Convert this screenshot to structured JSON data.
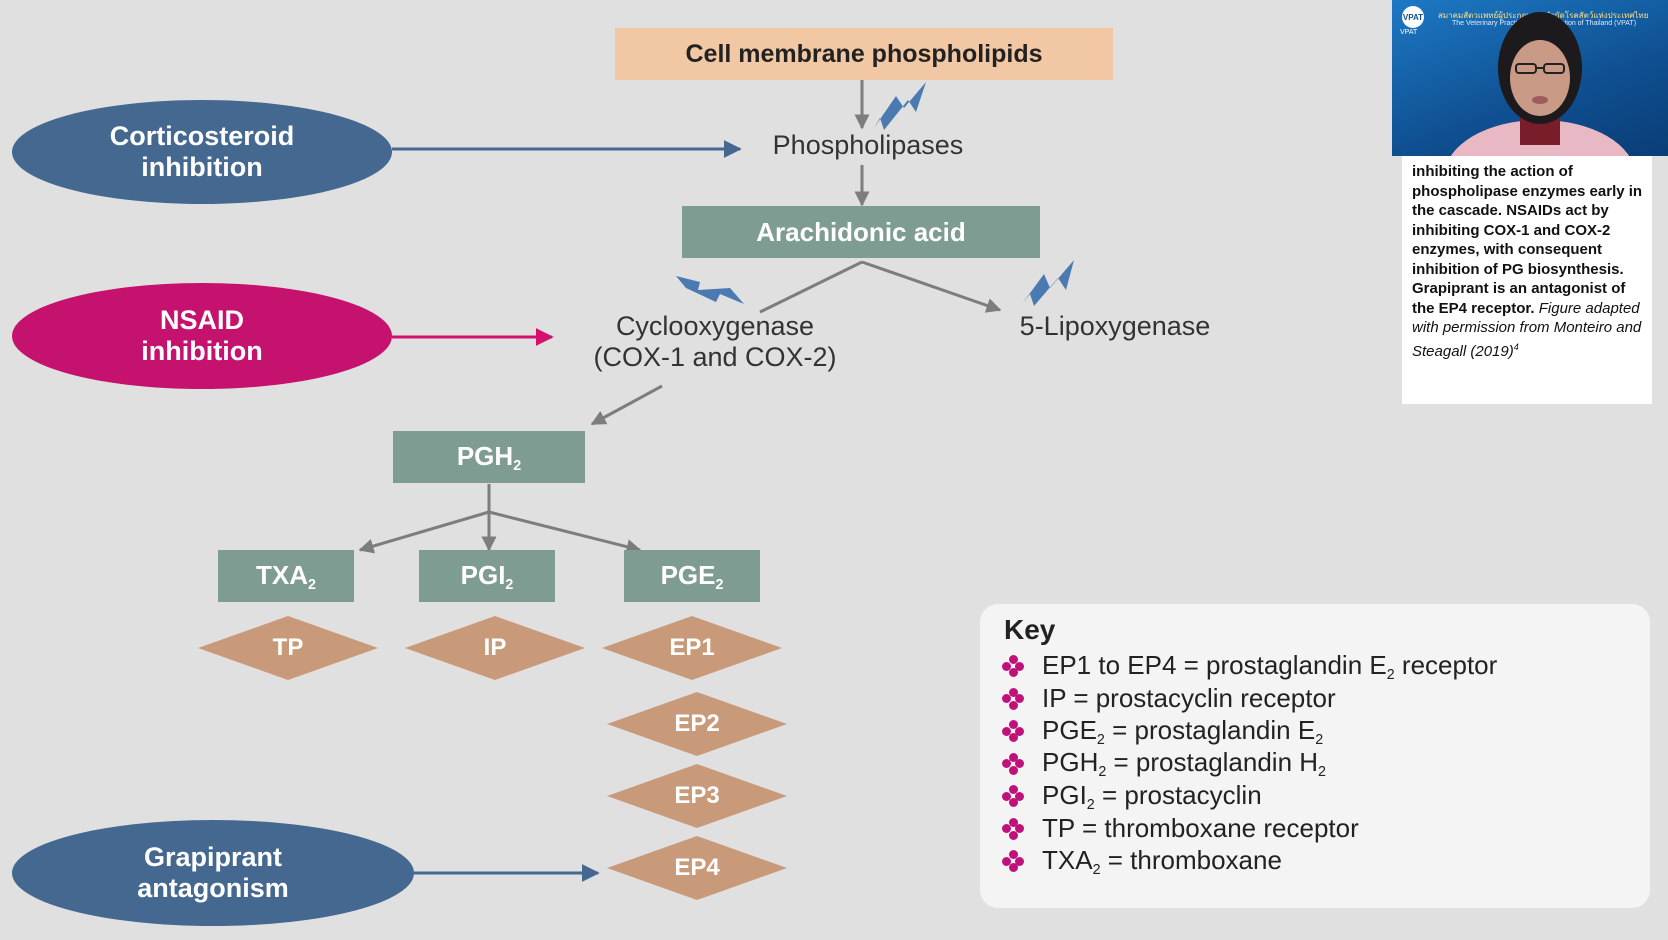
{
  "colors": {
    "background": "#e0e0e0",
    "peach_box": "#f2c7a4",
    "gray_box": "#7f9c93",
    "blue_ellipse": "#44688f",
    "magenta_ellipse": "#c6126f",
    "diamond": "#c99a79",
    "arrow_gray": "#7d7d7d",
    "arrow_blue": "#44688f",
    "arrow_magenta": "#d4106f",
    "bolt": "#4a7ab0",
    "key_bullet": "#c0117a"
  },
  "icons": [
    "lightning-bolt-icon",
    "flower-bullet-icon"
  ],
  "nodes": {
    "cell_membrane": "Cell membrane phospholipids",
    "phospholipases": "Phospholipases",
    "arachidonic_acid": "Arachidonic acid",
    "cox_line1": "Cyclooxygenase",
    "cox_line2": "(COX-1 and COX-2)",
    "lipoxygenase": "5-Lipoxygenase",
    "pgh": "PGH",
    "txa": "TXA",
    "pgi": "PGI",
    "pge": "PGE",
    "subscript_2": "2",
    "tp": "TP",
    "ip": "IP",
    "ep1": "EP1",
    "ep2": "EP2",
    "ep3": "EP3",
    "ep4": "EP4"
  },
  "inhibitors": {
    "corticosteroid_line1": "Corticosteroid",
    "corticosteroid_line2": "inhibition",
    "nsaid_line1": "NSAID",
    "nsaid_line2": "inhibition",
    "grapiprant_line1": "Grapiprant",
    "grapiprant_line2": "antagonism"
  },
  "key": {
    "title": "Key",
    "items": [
      {
        "pre": "EP1 to EP4 = prostaglandin E",
        "sub": "2",
        "post": " receptor"
      },
      {
        "pre": "IP = prostacyclin receptor",
        "sub": "",
        "post": ""
      },
      {
        "pre": "PGE",
        "sub": "2",
        "post": " = prostaglandin E",
        "sub2": "2"
      },
      {
        "pre": "PGH",
        "sub": "2",
        "post": " = prostaglandin H",
        "sub2": "2"
      },
      {
        "pre": "PGI",
        "sub": "2",
        "post": " = prostacyclin"
      },
      {
        "pre": "TP = thromboxane receptor",
        "sub": "",
        "post": ""
      },
      {
        "pre": "TXA",
        "sub": "2",
        "post": " = thromboxane"
      }
    ]
  },
  "note": {
    "bold_text": "inhibiting the action of phospholipase enzymes early in the cascade. NSAIDs act by inhibiting COX-1 and COX-2 enzymes, with consequent inhibition of PG biosynthesis. Grapiprant is an antagonist of the EP4 receptor.",
    "italic_text": "Figure adapted with permission from Monteiro and Steagall (2019)",
    "citation": "4"
  },
  "video_overlay": {
    "logo_label": "VPAT",
    "org_thai": "สมาคมสัตวแพทย์ผู้ประกอบการบำบัดโรคสัตว์แห่งประเทศไทย",
    "org_english": "The Veterinary Practitioners Association of Thailand (VPAT)"
  }
}
